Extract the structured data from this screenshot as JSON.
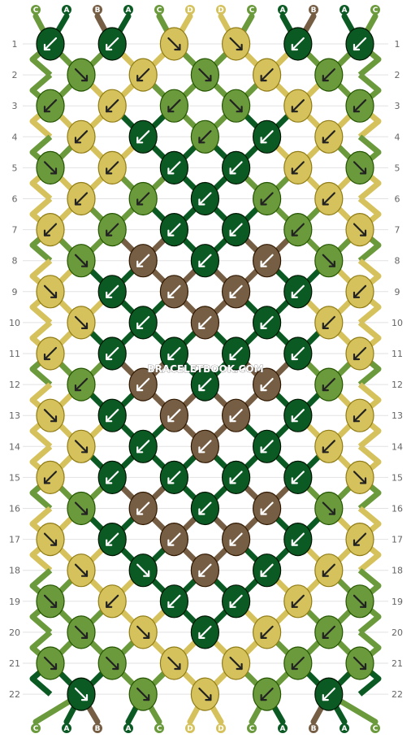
{
  "watermark": "BRACELETBOOK.COM",
  "legend": {
    "C": "#6a9a3c",
    "A": "#0b5a24",
    "B": "#765e45",
    "D": "#d6c25c"
  },
  "strings_top": [
    "C",
    "A",
    "B",
    "A",
    "C",
    "D",
    "D",
    "C",
    "A",
    "B",
    "A",
    "C"
  ],
  "strings_bottom": [
    "C",
    "A",
    "B",
    "A",
    "C",
    "D",
    "D",
    "C",
    "A",
    "B",
    "A",
    "C"
  ],
  "row_labels": [
    "1",
    "2",
    "3",
    "4",
    "5",
    "6",
    "7",
    "8",
    "9",
    "10",
    "11",
    "12",
    "13",
    "14",
    "15",
    "16",
    "17",
    "18",
    "19",
    "20",
    "21",
    "22"
  ],
  "knot_rows": [
    [
      "A",
      "A",
      "D",
      "D",
      "A",
      "A"
    ],
    [
      "C",
      "D",
      "C",
      "D",
      "C"
    ],
    [
      "C",
      "D",
      "C",
      "C",
      "D",
      "C"
    ],
    [
      "D",
      "A",
      "C",
      "A",
      "D"
    ],
    [
      "C",
      "D",
      "A",
      "A",
      "D",
      "C"
    ],
    [
      "D",
      "C",
      "A",
      "C",
      "D"
    ],
    [
      "D",
      "C",
      "A",
      "A",
      "C",
      "D"
    ],
    [
      "C",
      "B",
      "A",
      "B",
      "C"
    ],
    [
      "D",
      "A",
      "B",
      "B",
      "A",
      "D"
    ],
    [
      "D",
      "A",
      "B",
      "A",
      "D"
    ],
    [
      "D",
      "A",
      "A",
      "A",
      "A",
      "D"
    ],
    [
      "C",
      "B",
      "A",
      "B",
      "C"
    ],
    [
      "D",
      "A",
      "B",
      "B",
      "A",
      "D"
    ],
    [
      "D",
      "A",
      "B",
      "A",
      "D"
    ],
    [
      "D",
      "A",
      "A",
      "A",
      "A",
      "D"
    ],
    [
      "C",
      "B",
      "A",
      "B",
      "C"
    ],
    [
      "D",
      "A",
      "B",
      "B",
      "A",
      "D"
    ],
    [
      "D",
      "A",
      "B",
      "A",
      "D"
    ],
    [
      "C",
      "D",
      "A",
      "A",
      "D",
      "C"
    ],
    [
      "C",
      "D",
      "A",
      "D",
      "C"
    ],
    [
      "C",
      "C",
      "D",
      "D",
      "C",
      "C"
    ],
    [
      "A",
      "C",
      "D",
      "C",
      "A"
    ]
  ],
  "arrow_rows": [
    [
      "sw",
      "sw",
      "se",
      "se",
      "sw",
      "sw"
    ],
    [
      "se",
      "sw",
      "se",
      "sw",
      "sw"
    ],
    [
      "sw",
      "sw",
      "sw",
      "se",
      "sw",
      "sw"
    ],
    [
      "sw",
      "sw",
      "sw",
      "sw",
      "sw"
    ],
    [
      "se",
      "sw",
      "sw",
      "sw",
      "sw",
      "se"
    ],
    [
      "sw",
      "sw",
      "sw",
      "sw",
      "sw"
    ],
    [
      "sw",
      "sw",
      "sw",
      "sw",
      "sw",
      "se"
    ],
    [
      "se",
      "sw",
      "sw",
      "sw",
      "se"
    ],
    [
      "se",
      "sw",
      "sw",
      "sw",
      "sw",
      "sw"
    ],
    [
      "se",
      "sw",
      "sw",
      "sw",
      "sw"
    ],
    [
      "sw",
      "sw",
      "sw",
      "sw",
      "sw",
      "sw"
    ],
    [
      "sw",
      "sw",
      "sw",
      "sw",
      "sw"
    ],
    [
      "se",
      "sw",
      "sw",
      "sw",
      "sw",
      "sw"
    ],
    [
      "se",
      "sw",
      "sw",
      "sw",
      "sw"
    ],
    [
      "sw",
      "sw",
      "sw",
      "sw",
      "sw",
      "se"
    ],
    [
      "se",
      "sw",
      "sw",
      "sw",
      "se"
    ],
    [
      "se",
      "sw",
      "sw",
      "sw",
      "sw",
      "sw"
    ],
    [
      "se",
      "se",
      "sw",
      "sw",
      "sw"
    ],
    [
      "se",
      "sw",
      "sw",
      "sw",
      "sw",
      "se"
    ],
    [
      "se",
      "se",
      "sw",
      "sw",
      "sw"
    ],
    [
      "se",
      "se",
      "se",
      "se",
      "sw",
      "se"
    ],
    [
      "se",
      "se",
      "se",
      "sw",
      "sw"
    ]
  ]
}
